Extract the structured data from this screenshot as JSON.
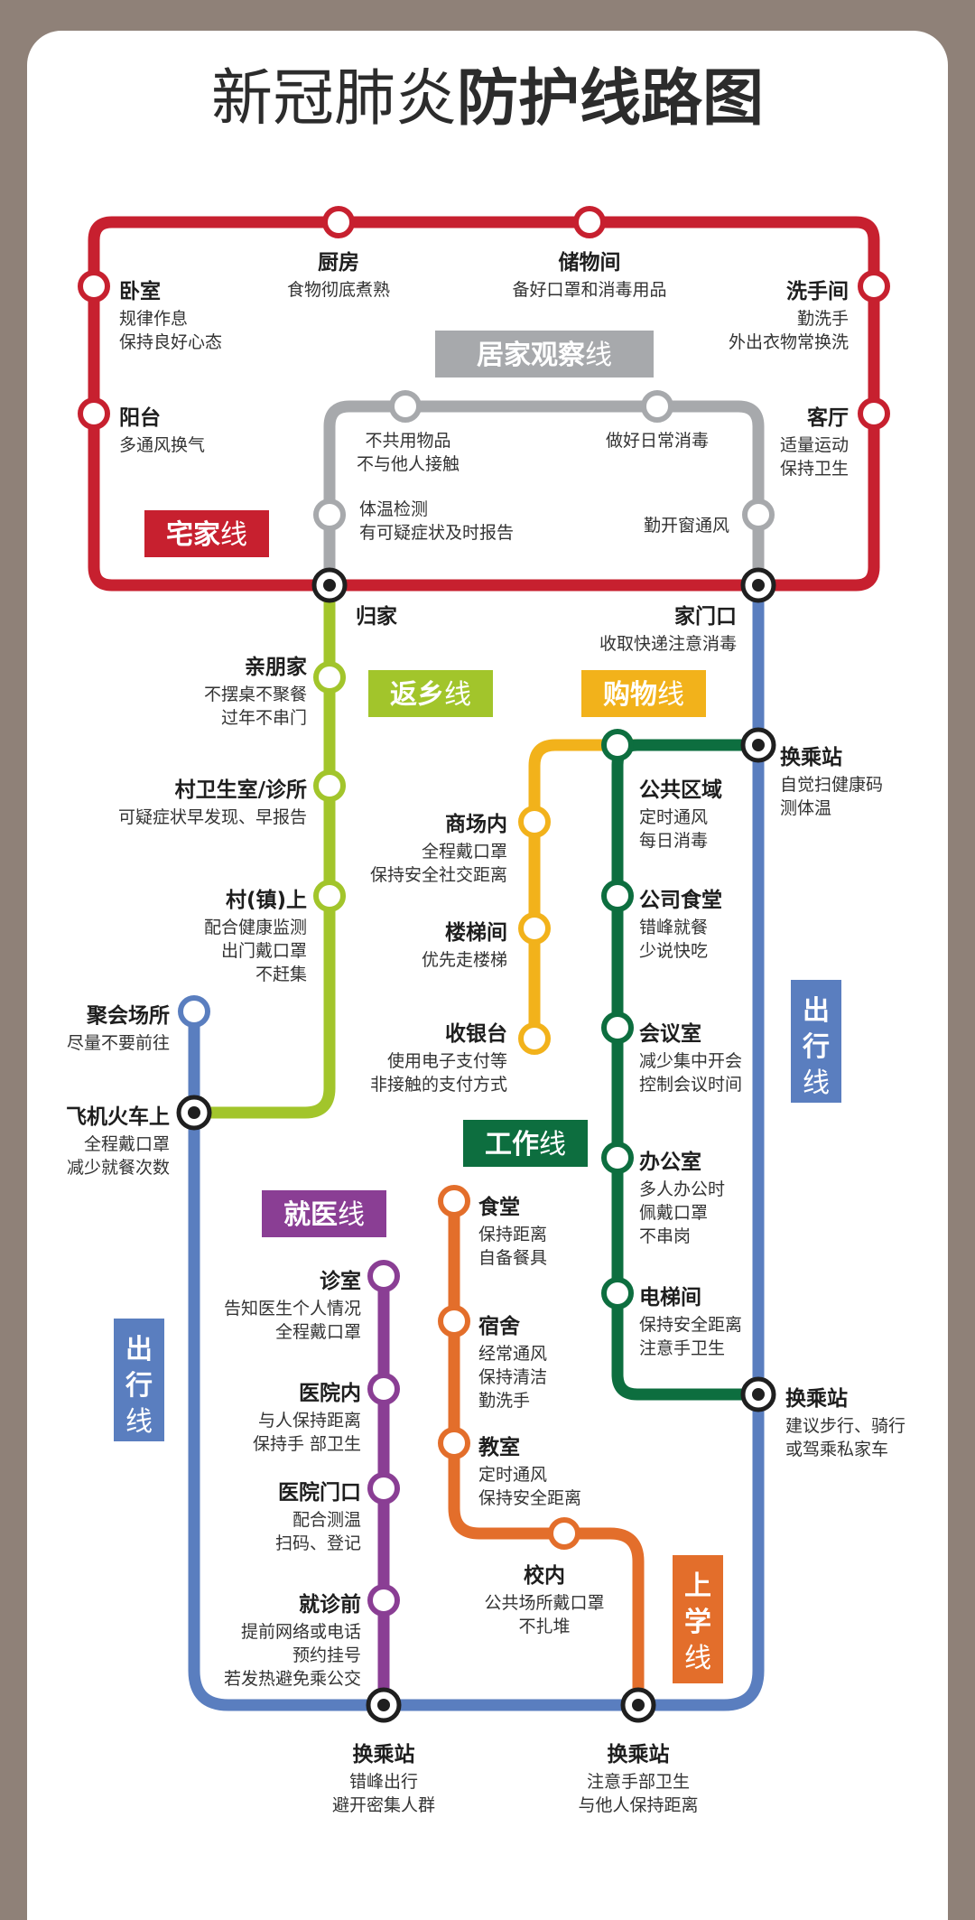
{
  "title": {
    "thin": "新冠肺炎",
    "bold": "防护线路图"
  },
  "colors": {
    "home_red": "#c7202f",
    "observe_gray": "#a7a9ac",
    "return_green": "#a2c52b",
    "shop_yellow": "#f2b21b",
    "work_green": "#0d6e3f",
    "travel_blue": "#5a7ebf",
    "medical_purple": "#8a3e94",
    "school_orange": "#e36e2b",
    "frame_brown": "#8f8178"
  },
  "lines": [
    {
      "id": "home",
      "name_a": "宅家",
      "name_b": "线",
      "color": "#c7202f"
    },
    {
      "id": "observe",
      "name_a": "居家观察",
      "name_b": "线",
      "color": "#a7a9ac"
    },
    {
      "id": "return",
      "name_a": "返乡",
      "name_b": "线",
      "color": "#a2c52b"
    },
    {
      "id": "shop",
      "name_a": "购物",
      "name_b": "线",
      "color": "#f2b21b"
    },
    {
      "id": "work",
      "name_a": "工作",
      "name_b": "线",
      "color": "#0d6e3f"
    },
    {
      "id": "medical",
      "name_a": "就医",
      "name_b": "线",
      "color": "#8a3e94"
    },
    {
      "id": "school",
      "name_a": "上学",
      "name_b": "线",
      "color": "#e36e2b"
    },
    {
      "id": "travel",
      "name_a": "出行",
      "name_b": "线",
      "color": "#5a7ebf"
    }
  ],
  "stations": [
    {
      "line": "home",
      "name": "卧室",
      "notes": [
        "规律作息",
        "保持良好心态"
      ]
    },
    {
      "line": "home",
      "name": "厨房",
      "notes": [
        "食物彻底煮熟"
      ]
    },
    {
      "line": "home",
      "name": "储物间",
      "notes": [
        "备好口罩和消毒用品"
      ]
    },
    {
      "line": "home",
      "name": "洗手间",
      "notes": [
        "勤洗手",
        "外出衣物常换洗"
      ]
    },
    {
      "line": "home",
      "name": "阳台",
      "notes": [
        "多通风换气"
      ]
    },
    {
      "line": "home",
      "name": "客厅",
      "notes": [
        "适量运动",
        "保持卫生"
      ]
    },
    {
      "line": "observe",
      "name": "",
      "notes": [
        "不共用物品",
        "不与他人接触"
      ]
    },
    {
      "line": "observe",
      "name": "",
      "notes": [
        "做好日常消毒"
      ]
    },
    {
      "line": "observe",
      "name": "",
      "notes": [
        "体温检测",
        "有可疑症状及时报告"
      ]
    },
    {
      "line": "observe",
      "name": "",
      "notes": [
        "勤开窗通风"
      ]
    },
    {
      "line": "return",
      "name": "归家",
      "notes": []
    },
    {
      "line": "shop",
      "name": "家门口",
      "notes": [
        "收取快递注意消毒"
      ]
    },
    {
      "line": "return",
      "name": "亲朋家",
      "notes": [
        "不摆桌不聚餐",
        "过年不串门"
      ]
    },
    {
      "line": "return",
      "name": "村卫生室/诊所",
      "notes": [
        "可疑症状早发现、早报告"
      ]
    },
    {
      "line": "return",
      "name": "村(镇)上",
      "notes": [
        "配合健康监测",
        "出门戴口罩",
        "不赶集"
      ]
    },
    {
      "line": "travel",
      "name": "换乘站",
      "notes": [
        "自觉扫健康码",
        "测体温"
      ]
    },
    {
      "line": "work",
      "name": "公共区域",
      "notes": [
        "定时通风",
        "每日消毒"
      ]
    },
    {
      "line": "shop",
      "name": "商场内",
      "notes": [
        "全程戴口罩",
        "保持安全社交距离"
      ]
    },
    {
      "line": "work",
      "name": "公司食堂",
      "notes": [
        "错峰就餐",
        "少说快吃"
      ]
    },
    {
      "line": "shop",
      "name": "楼梯间",
      "notes": [
        "优先走楼梯"
      ]
    },
    {
      "line": "travel",
      "name": "聚会场所",
      "notes": [
        "尽量不要前往"
      ]
    },
    {
      "line": "work",
      "name": "会议室",
      "notes": [
        "减少集中开会",
        "控制会议时间"
      ]
    },
    {
      "line": "shop",
      "name": "收银台",
      "notes": [
        "使用电子支付等",
        "非接触的支付方式"
      ]
    },
    {
      "line": "travel",
      "name": "飞机火车上",
      "notes": [
        "全程戴口罩",
        "减少就餐次数"
      ]
    },
    {
      "line": "work",
      "name": "办公室",
      "notes": [
        "多人办公时",
        "佩戴口罩",
        "不串岗"
      ]
    },
    {
      "line": "school",
      "name": "食堂",
      "notes": [
        "保持距离",
        "自备餐具"
      ]
    },
    {
      "line": "medical",
      "name": "诊室",
      "notes": [
        "告知医生个人情况",
        "全程戴口罩"
      ]
    },
    {
      "line": "work",
      "name": "电梯间",
      "notes": [
        "保持安全距离",
        "注意手卫生"
      ]
    },
    {
      "line": "school",
      "name": "宿舍",
      "notes": [
        "经常通风",
        "保持清洁",
        "勤洗手"
      ]
    },
    {
      "line": "medical",
      "name": "医院内",
      "notes": [
        "与人保持距离",
        "保持手 部卫生"
      ]
    },
    {
      "line": "travel",
      "name": "换乘站",
      "notes": [
        "建议步行、骑行",
        "或驾乘私家车"
      ]
    },
    {
      "line": "school",
      "name": "教室",
      "notes": [
        "定时通风",
        "保持安全距离"
      ]
    },
    {
      "line": "medical",
      "name": "医院门口",
      "notes": [
        "配合测温",
        "扫码、登记"
      ]
    },
    {
      "line": "school",
      "name": "校内",
      "notes": [
        "公共场所戴口罩",
        "不扎堆"
      ]
    },
    {
      "line": "medical",
      "name": "就诊前",
      "notes": [
        "提前网络或电话",
        "预约挂号",
        "若发热避免乘公交"
      ]
    },
    {
      "line": "travel",
      "name": "换乘站",
      "notes": [
        "错峰出行",
        "避开密集人群"
      ]
    },
    {
      "line": "travel",
      "name": "换乘站",
      "notes": [
        "注意手部卫生",
        "与他人保持距离"
      ]
    }
  ]
}
